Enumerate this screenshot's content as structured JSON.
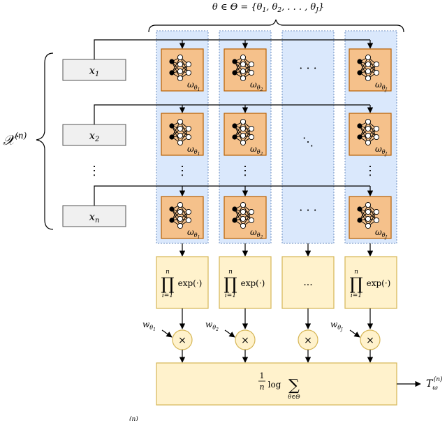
{
  "diagram": {
    "theta_set_label": "θ ∈ Θ = {θ1, θ2, ..., θJ}",
    "input_set_label": "X(n)",
    "inputs": [
      "x1",
      "x2",
      "⋮",
      "xn"
    ],
    "column_params": [
      "θ1",
      "θ2",
      "...",
      "θJ"
    ],
    "network_weight_symbol": "ω",
    "product_label": "∏ exp(·)",
    "product_limits": {
      "lower": "i=1",
      "upper": "n"
    },
    "product_ellipsis": "...",
    "weights": [
      "wθ1",
      "wθ2",
      "wθJ"
    ],
    "multiply_symbol": "×",
    "final_expression": "1/n log Σ θ∈Θ",
    "output_label": "Tω(n)",
    "colors": {
      "param_column_fill": "#dae8fc",
      "param_column_border": "#6c8ebf",
      "network_fill": "#f5c18b",
      "network_border": "#b85f00",
      "aggregate_fill": "#fff2cc",
      "aggregate_border": "#d6b656",
      "input_fill": "#f0f0f0",
      "input_border": "#555555"
    }
  }
}
